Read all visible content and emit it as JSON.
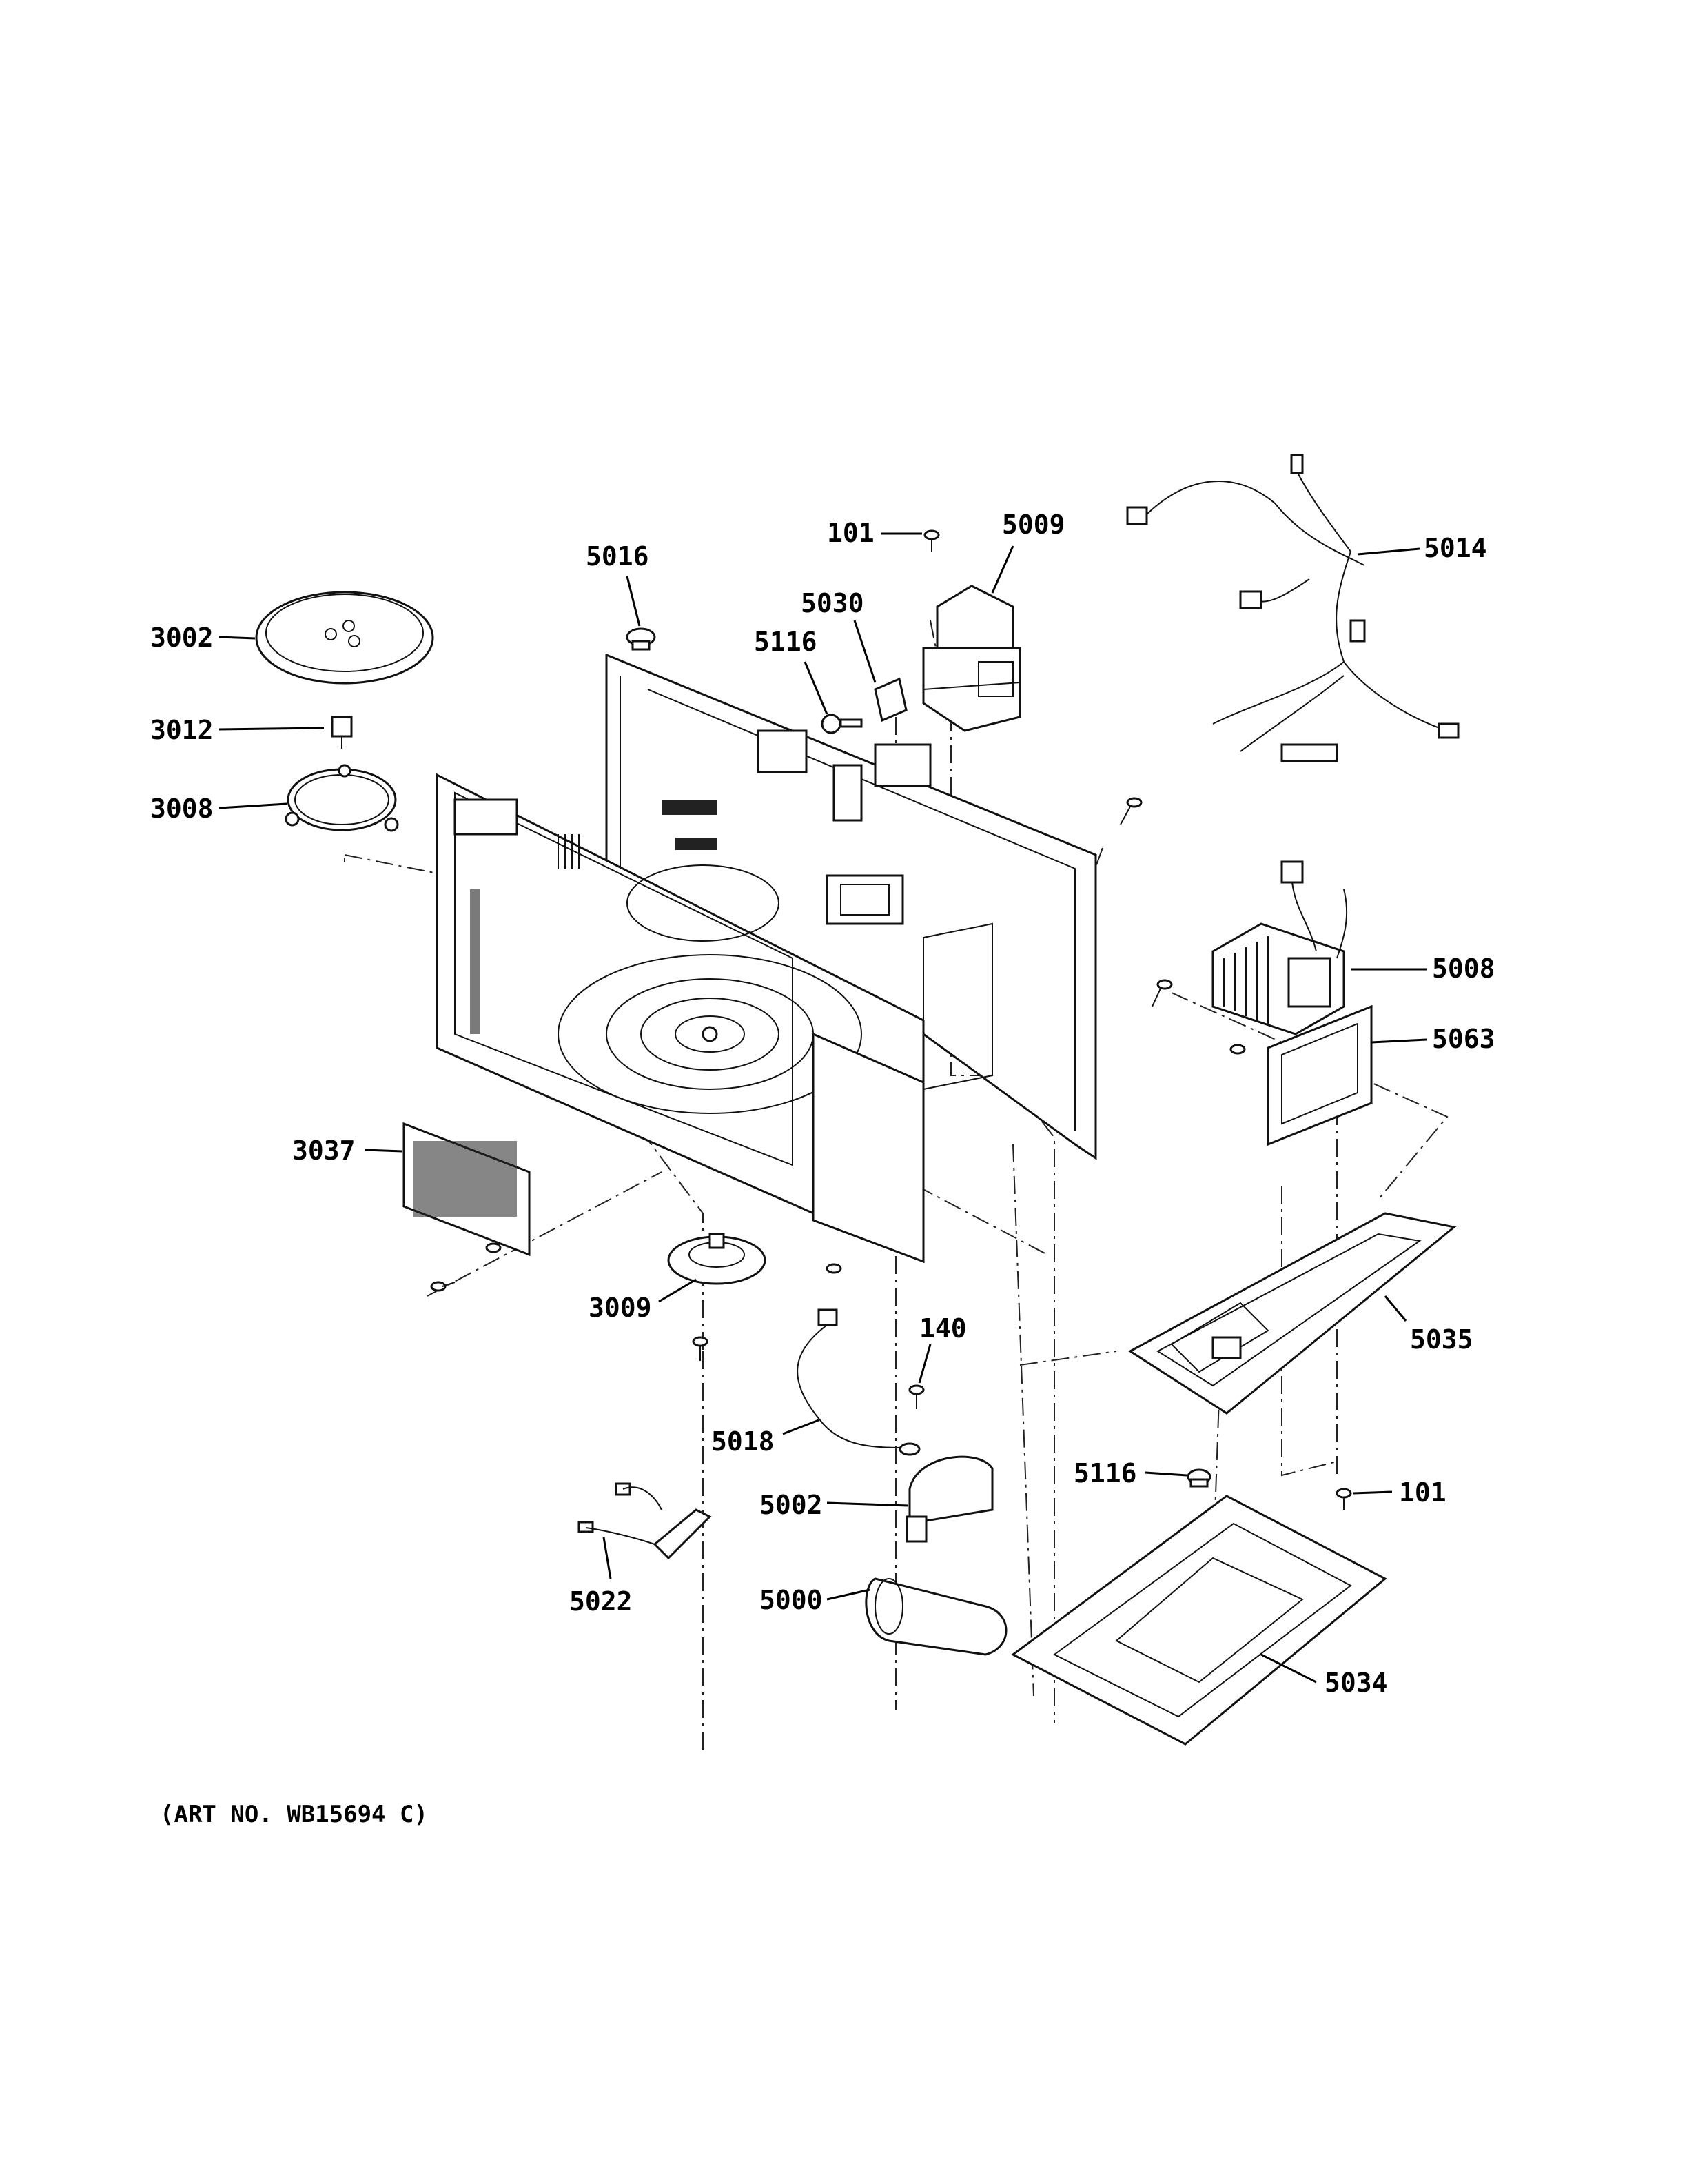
{
  "diagram": {
    "art_number": "(ART NO. WB15694 C)",
    "callouts": {
      "c3002": "3002",
      "c3012": "3012",
      "c3008": "3008",
      "c5016": "5016",
      "c101a": "101",
      "c5009": "5009",
      "c5030": "5030",
      "c5116a": "5116",
      "c5014": "5014",
      "c5008": "5008",
      "c5063": "5063",
      "c3037": "3037",
      "c3009": "3009",
      "c140": "140",
      "c5035": "5035",
      "c5018": "5018",
      "c5116b": "5116",
      "c101b": "101",
      "c5002": "5002",
      "c5022": "5022",
      "c5000": "5000",
      "c5034": "5034"
    }
  }
}
